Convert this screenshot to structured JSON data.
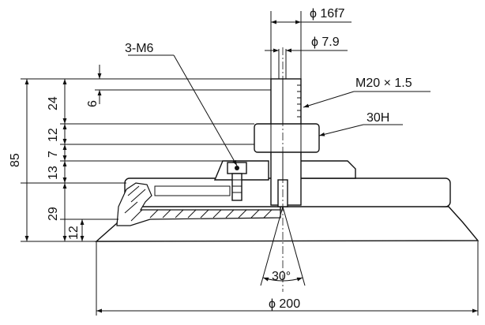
{
  "dimensions": {
    "d_16f7": "ϕ 16f7",
    "d_7_9": "ϕ 7.9",
    "thread_m6": "3-M6",
    "thread_m20": "M20 × 1.5",
    "hex_30h": "30H",
    "d_200": "ϕ 200",
    "angle_30": "30°",
    "h_85": "85",
    "h_24": "24",
    "h_6": "6",
    "h_12a": "12",
    "h_7": "7",
    "h_13": "13",
    "h_29": "29",
    "h_12b": "12"
  }
}
